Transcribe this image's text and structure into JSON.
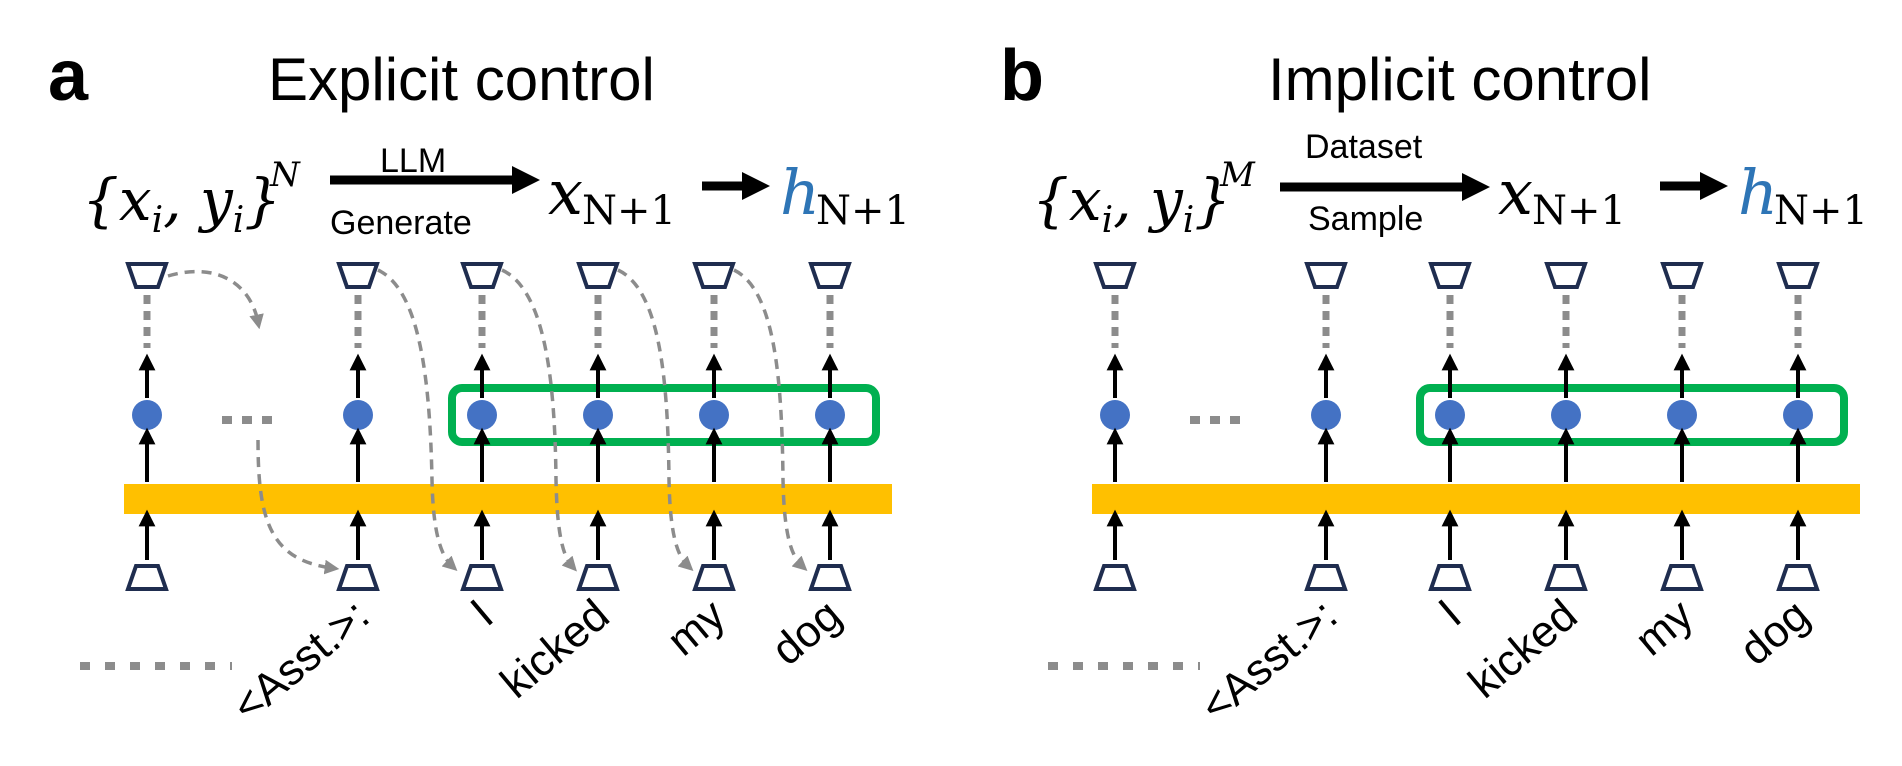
{
  "colors": {
    "token_dot": "#4472C4",
    "residual_band": "#FFC000",
    "highlight_box": "#00B050",
    "dashed": "#8C8C8C",
    "block_outline": "#1F2D4F",
    "h_symbol": "#2E75B6"
  },
  "panels": [
    {
      "letter": "a",
      "title": "Explicit control",
      "set_expr": "{xi, yi}",
      "set_sup": "N",
      "arrow_top": "LLM",
      "arrow_bottom": "Generate",
      "x_base": "x",
      "x_sub": "N+1",
      "h_base": "h",
      "h_sub": "N+1",
      "tokens": [
        "<Asst.>:",
        "I",
        "kicked",
        "my",
        "dog"
      ],
      "ellipsis": "......"
    },
    {
      "letter": "b",
      "title": "Implicit control",
      "set_expr": "{xi, yi}",
      "set_sup": "M",
      "arrow_top": "Dataset",
      "arrow_bottom": "Sample",
      "x_base": "x",
      "x_sub": "N+1",
      "h_base": "h",
      "h_sub": "N+1",
      "tokens": [
        "<Asst.>:",
        "I",
        "kicked",
        "my",
        "dog"
      ],
      "ellipsis": "......"
    }
  ]
}
